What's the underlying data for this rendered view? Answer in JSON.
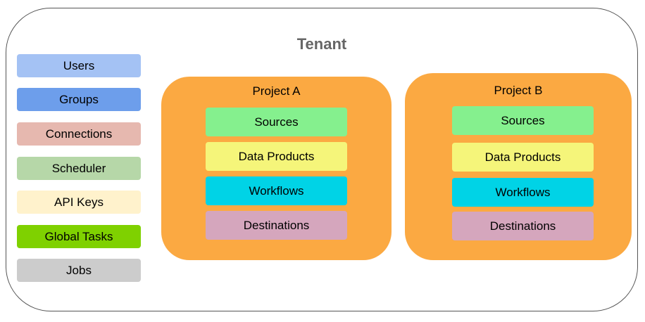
{
  "tenant": {
    "title": "Tenant"
  },
  "sidebar": {
    "items": [
      {
        "label": "Users",
        "color": "#a4c2f4"
      },
      {
        "label": "Groups",
        "color": "#6d9eeb"
      },
      {
        "label": "Connections",
        "color": "#e6b8af"
      },
      {
        "label": "Scheduler",
        "color": "#b6d7a8"
      },
      {
        "label": "API Keys",
        "color": "#fff2cc"
      },
      {
        "label": "Global Tasks",
        "color": "#7fd100"
      },
      {
        "label": "Jobs",
        "color": "#cccccc"
      }
    ]
  },
  "projects": [
    {
      "title": "Project A",
      "color": "#fba942",
      "items": [
        {
          "label": "Sources",
          "color": "#85f08e"
        },
        {
          "label": "Data Products",
          "color": "#f5f57a"
        },
        {
          "label": "Workflows",
          "color": "#00d3e6"
        },
        {
          "label": "Destinations",
          "color": "#d5a6bd"
        }
      ]
    },
    {
      "title": "Project B",
      "color": "#fba942",
      "items": [
        {
          "label": "Sources",
          "color": "#85f08e"
        },
        {
          "label": "Data Products",
          "color": "#f5f57a"
        },
        {
          "label": "Workflows",
          "color": "#00d3e6"
        },
        {
          "label": "Destinations",
          "color": "#d5a6bd"
        }
      ]
    }
  ]
}
